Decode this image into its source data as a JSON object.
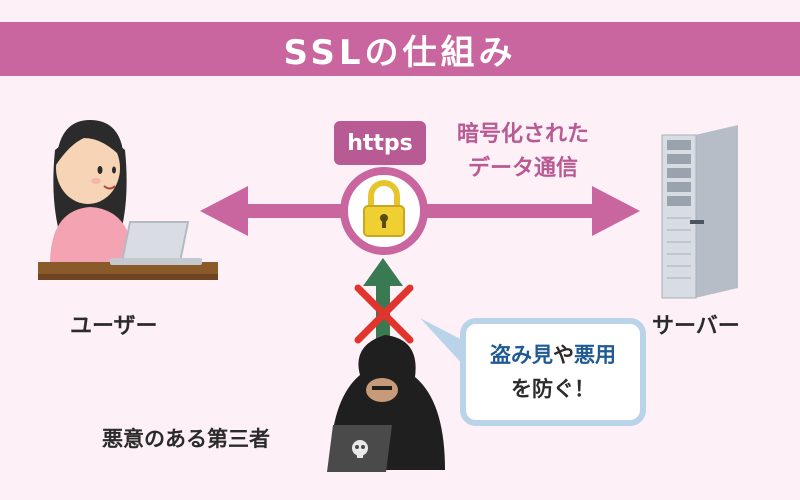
{
  "title": "SSLの仕組み",
  "user_label": "ユーザー",
  "server_label": "サーバー",
  "attacker_label": "悪意のある第三者",
  "https_label": "https",
  "caption_line1": "暗号化された",
  "caption_line2": "データ通信",
  "bubble": {
    "part1": "盗み見",
    "part2": "や",
    "part3": "悪用",
    "line2": "を防ぐ！"
  },
  "colors": {
    "title_bar": "#c9659f",
    "background": "#fdf0f6",
    "accent_pink": "#b85a93",
    "arrow_green": "#3a7a52",
    "cross_red": "#e0342c",
    "bubble_border": "#b9d3e8",
    "highlight_blue": "#1f5a94"
  },
  "icons": [
    "user-laptop-illustration",
    "server-illustration",
    "lock-icon",
    "hacker-illustration",
    "cross-mark-icon",
    "up-arrow-icon"
  ]
}
